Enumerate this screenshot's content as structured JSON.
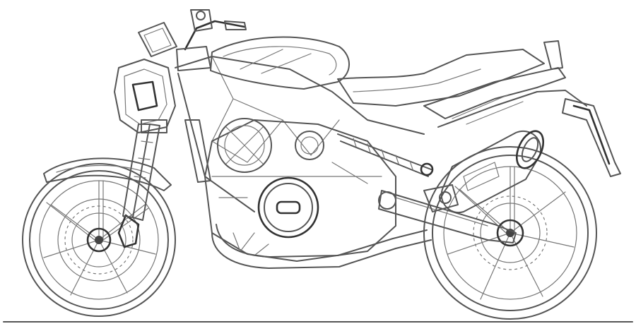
{
  "figure": {
    "subject": "motorcycle-line-drawing",
    "components": [
      "front-wheel",
      "rear-wheel",
      "front-fork",
      "headlight",
      "handlebar",
      "fuel-tank",
      "frame",
      "engine",
      "clutch-cover",
      "seat",
      "tail",
      "rear-shock",
      "swingarm",
      "exhaust-muffler",
      "front-fender",
      "rear-hugger",
      "ground-line"
    ],
    "colors": {
      "line": "#555555",
      "line_dark": "#333333",
      "line_light": "#777777",
      "background": "#ffffff"
    }
  }
}
